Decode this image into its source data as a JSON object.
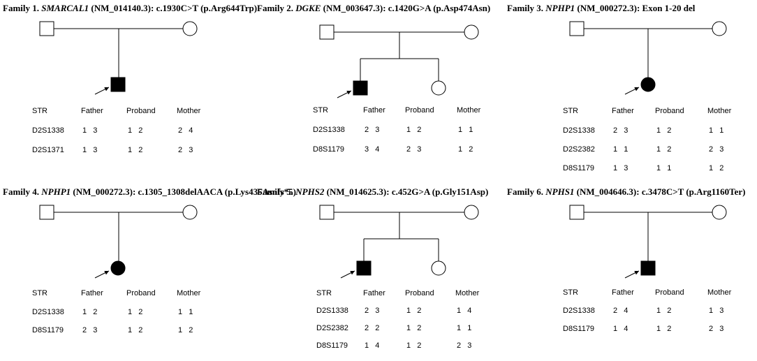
{
  "str_headers": [
    "STR",
    "Father",
    "Proband",
    "Mother"
  ],
  "families": [
    {
      "family_label": "Family 1.",
      "gene": "SMARCAL1",
      "variant": "(NM_014140.3): c.1930C>T (p.Arg644Trp)",
      "proband": "affected male",
      "siblings": [],
      "markers": [
        {
          "name": "D2S1338",
          "father": "1   3",
          "proband": "1   2",
          "mother": "2   4"
        },
        {
          "name": "D2S1371",
          "father": "1   3",
          "proband": "1   2",
          "mother": "2   3"
        }
      ]
    },
    {
      "family_label": "Family 2.",
      "gene": "DGKE",
      "variant": "(NM_003647.3): c.1420G>A (p.Asp474Asn)",
      "proband": "affected male",
      "siblings": [
        "unaffected female"
      ],
      "markers": [
        {
          "name": "D2S1338",
          "father": "2   3",
          "proband": "1   2",
          "mother": "1   1"
        },
        {
          "name": "D8S1179",
          "father": "3   4",
          "proband": "2   3",
          "mother": "1   2"
        }
      ]
    },
    {
      "family_label": "Family 3.",
      "gene": "NPHP1",
      "variant": "(NM_000272.3): Exon 1-20 del",
      "proband": "affected female",
      "siblings": [],
      "markers": [
        {
          "name": "D2S1338",
          "father": "2   3",
          "proband": "1   2",
          "mother": "1   1"
        },
        {
          "name": "D2S2382",
          "father": "1   1",
          "proband": "1   2",
          "mother": "2   3"
        },
        {
          "name": "D8S1179",
          "father": "1   3",
          "proband": "1   1",
          "mother": "1   2"
        }
      ]
    },
    {
      "family_label": "Family 4.",
      "gene": "NPHP1",
      "variant": "(NM_000272.3): c.1305_1308delAACA (p.Lys435Asnfs*5)",
      "proband": "affected female",
      "siblings": [],
      "markers": [
        {
          "name": "D2S1338",
          "father": "1   2",
          "proband": "1   2",
          "mother": "1   1"
        },
        {
          "name": "D8S1179",
          "father": "2   3",
          "proband": "1   2",
          "mother": "1   2"
        }
      ]
    },
    {
      "family_label": "Family 5.",
      "gene": "NPHS2",
      "variant": "(NM_014625.3): c.452G>A (p.Gly151Asp)",
      "proband": "affected male",
      "siblings": [
        "unaffected female"
      ],
      "markers": [
        {
          "name": "D2S1338",
          "father": "2   3",
          "proband": "1   2",
          "mother": "1   4"
        },
        {
          "name": "D2S2382",
          "father": "2   2",
          "proband": "1   2",
          "mother": "1   1"
        },
        {
          "name": "D8S1179",
          "father": "1   4",
          "proband": "1   2",
          "mother": "2   3"
        }
      ]
    },
    {
      "family_label": "Family 6.",
      "gene": "NPHS1",
      "variant": "(NM_004646.3): c.3478C>T (p.Arg1160Ter)",
      "proband": "affected male",
      "siblings": [],
      "markers": [
        {
          "name": "D2S1338",
          "father": "2   4",
          "proband": "1   2",
          "mother": "1   3"
        },
        {
          "name": "D8S1179",
          "father": "1   4",
          "proband": "1   2",
          "mother": "2   3"
        }
      ]
    }
  ]
}
